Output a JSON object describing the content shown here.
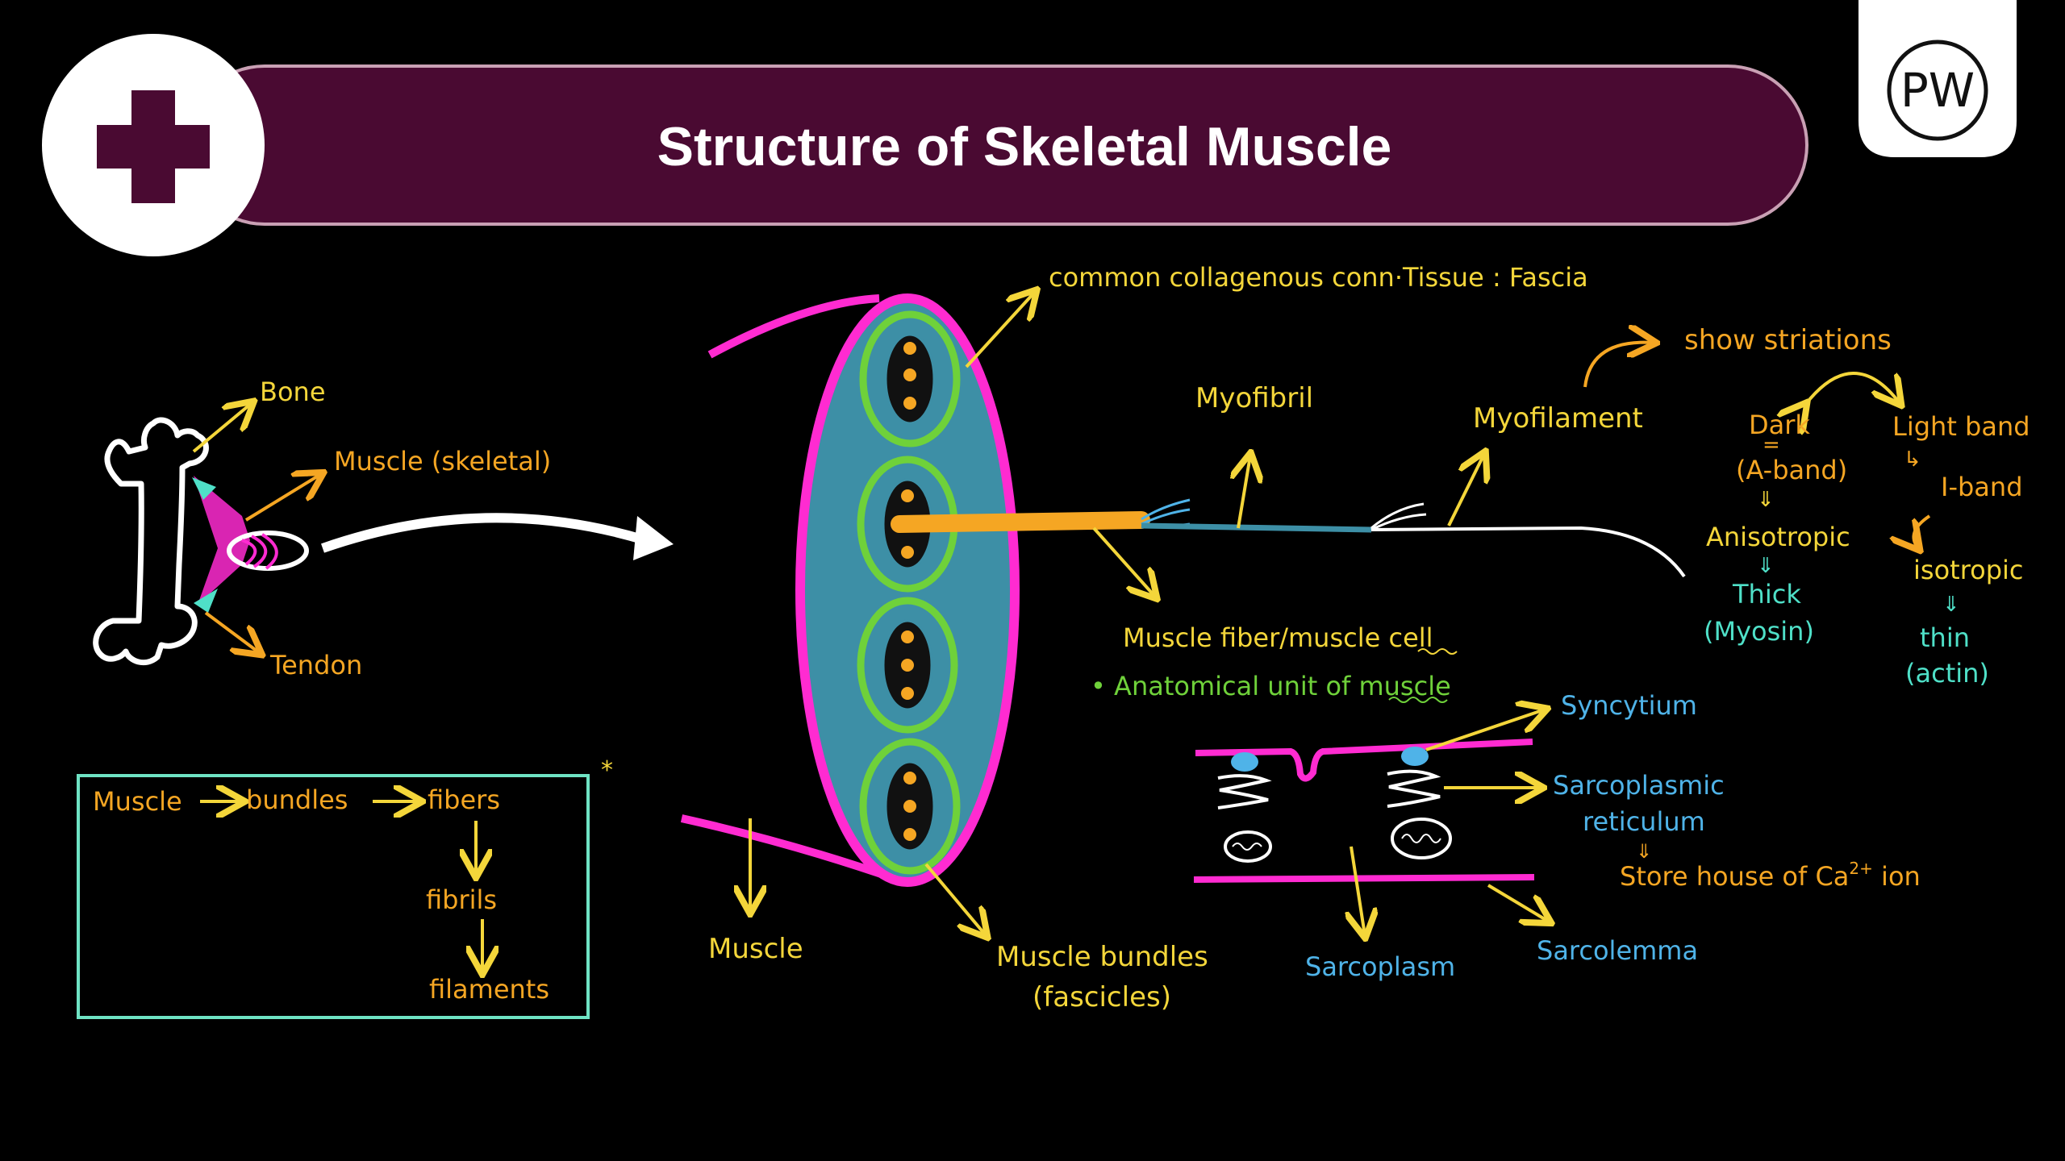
{
  "header": {
    "title": "Structure of Skeletal Muscle",
    "logo_text": "PW",
    "colors": {
      "banner": "#4a0a32",
      "banner_border": "#c9a0b4",
      "cross": "#4a0a32"
    }
  },
  "labels": {
    "bone": "Bone",
    "muscle_skeletal": "Muscle (skeletal)",
    "tendon": "Tendon",
    "fascia": "common collagenous conn·Tissue : Fascia",
    "myofibril": "Myofibril",
    "myofilament": "Myofilament",
    "show_striations": "show striations",
    "dark": "Dark",
    "dark_eq": "=",
    "a_band": "(A-band)",
    "anisotropic": "Anisotropic",
    "thick": "Thick",
    "myosin": "(Myosin)",
    "light_band": "Light band",
    "i_band": "I-band",
    "isotropic": "isotropic",
    "thin": "thin",
    "actin": "(actin)",
    "muscle_fiber": "Muscle fiber/muscle cell",
    "anatomical_unit": "• Anatomical unit of muscle",
    "syncytium": "Syncytium",
    "sarcoplasmic": "Sarcoplasmic",
    "reticulum": "reticulum",
    "store_house": "Store house of Ca",
    "ca_sup": "2+",
    "ion": " ion",
    "sarcoplasm": "Sarcoplasm",
    "sarcolemma": "Sarcolemma",
    "muscle": "Muscle",
    "muscle_bundles": "Muscle bundles",
    "fascicles": "(fascicles)"
  },
  "hierarchy_box": {
    "muscle": "Muscle",
    "bundles": "bundles",
    "fibers": "fibers",
    "fibrils": "fibrils",
    "filaments": "filaments",
    "star": "*"
  },
  "colors": {
    "yellow": "#f4d63a",
    "orange": "#f5a623",
    "magenta": "#ff2bd1",
    "teal_fill": "#3d8fa6",
    "green": "#6fd13a",
    "blue_label": "#4fb3e8",
    "cyan_label": "#4fe0c8",
    "box_border": "#6fe3c4"
  }
}
